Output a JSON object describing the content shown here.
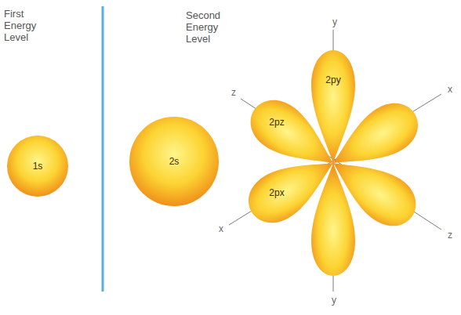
{
  "diagram": {
    "nodes": [
      {
        "text": [
          "1s"
        ]
      },
      {
        "text": [
          "2s"
        ]
      },
      {
        "text": [
          "2py"
        ]
      },
      {
        "text": [
          "2pz"
        ]
      },
      {
        "text": [
          "2px"
        ]
      }
    ],
    "labels": [
      "First Energy Level",
      "Second Energy Level",
      "y",
      "z",
      "x",
      "x",
      "z",
      "y"
    ]
  }
}
